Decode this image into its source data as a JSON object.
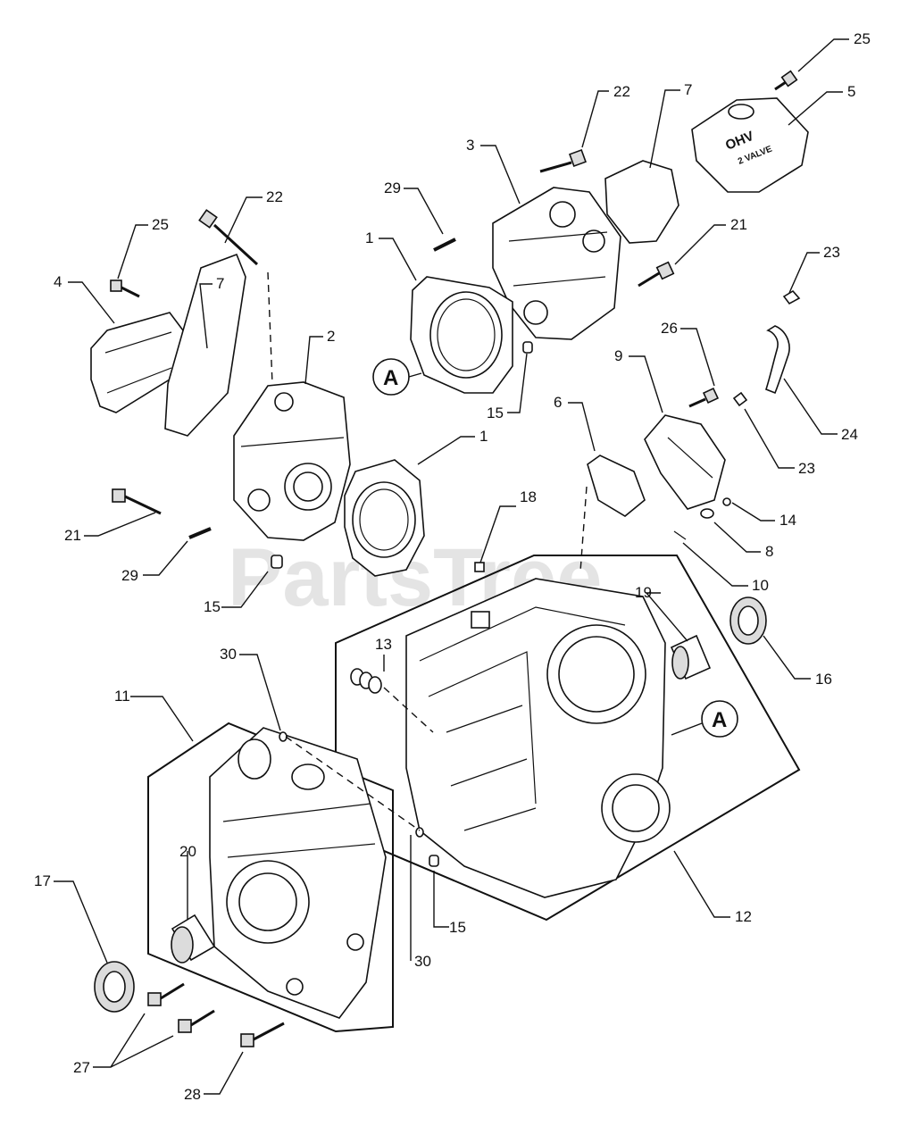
{
  "watermark": "PartsTree",
  "view_refs": [
    "A",
    "A"
  ],
  "valve_cover_text": [
    "OHV",
    "2 VALVE"
  ],
  "callouts": [
    "1",
    "1",
    "2",
    "3",
    "4",
    "5",
    "6",
    "7",
    "7",
    "8",
    "9",
    "10",
    "11",
    "12",
    "13",
    "14",
    "15",
    "15",
    "15",
    "16",
    "17",
    "18",
    "19",
    "20",
    "21",
    "21",
    "22",
    "22",
    "23",
    "23",
    "24",
    "25",
    "25",
    "26",
    "27",
    "28",
    "29",
    "29",
    "30",
    "30"
  ]
}
